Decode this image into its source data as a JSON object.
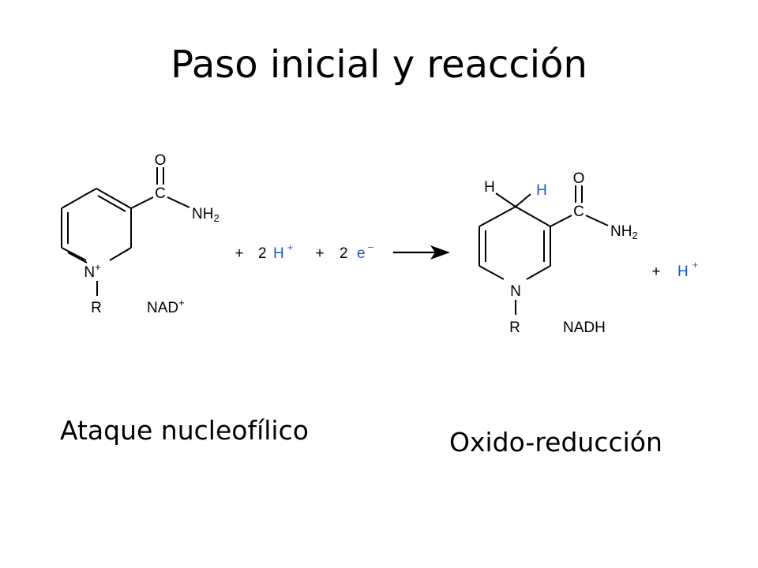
{
  "title": "Paso inicial y reacción",
  "captions": {
    "left": "Ataque nucleofílico",
    "right": "Oxido-reducción"
  },
  "reactant": {
    "name": "NAD",
    "name_charge": "+",
    "atoms": {
      "O": "O",
      "C": "C",
      "NH": "NH",
      "NH_sub": "2",
      "N": "N",
      "N_charge": "+",
      "R": "R"
    }
  },
  "equation": {
    "plus_1": "+",
    "coef_h": "2",
    "h": "H",
    "h_charge": "+",
    "plus_2": "+",
    "coef_e": "2",
    "e": "e",
    "e_charge": "−"
  },
  "product": {
    "name": "NADH",
    "atoms": {
      "H_left": "H",
      "H_right": "H",
      "O": "O",
      "C": "C",
      "NH": "NH",
      "NH_sub": "2",
      "N": "N",
      "R": "R"
    }
  },
  "byproduct": {
    "plus": "+",
    "h": "H",
    "h_charge": "+"
  },
  "colors": {
    "hydrogen_highlight": "#1a56c8",
    "ink": "#000000"
  }
}
